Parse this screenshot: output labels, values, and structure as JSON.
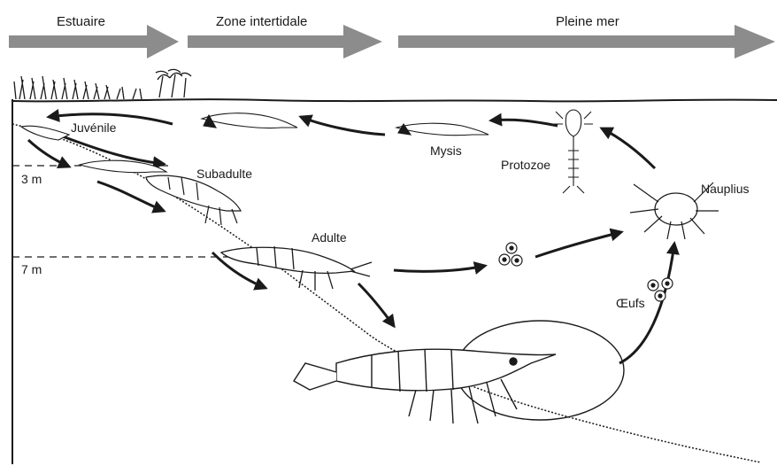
{
  "zones": [
    {
      "id": "estuary",
      "label": "Estuaire"
    },
    {
      "id": "intertidal",
      "label": "Zone intertidale"
    },
    {
      "id": "open-sea",
      "label": "Pleine mer"
    }
  ],
  "stages": [
    {
      "id": "juvenile",
      "label": "Juvénile"
    },
    {
      "id": "subadult",
      "label": "Subadulte"
    },
    {
      "id": "adult",
      "label": "Adulte"
    },
    {
      "id": "eggs",
      "label": "Œufs"
    },
    {
      "id": "nauplius",
      "label": "Nauplius"
    },
    {
      "id": "protozoea",
      "label": "Protozoe"
    },
    {
      "id": "mysis",
      "label": "Mysis"
    }
  ],
  "depths": [
    {
      "id": "depth-3m",
      "label": "3 m"
    },
    {
      "id": "depth-7m",
      "label": "7 m"
    }
  ],
  "colors": {
    "zone_arrow": "#8c8c8c",
    "ink": "#1a1a1a",
    "background": "#ffffff"
  }
}
